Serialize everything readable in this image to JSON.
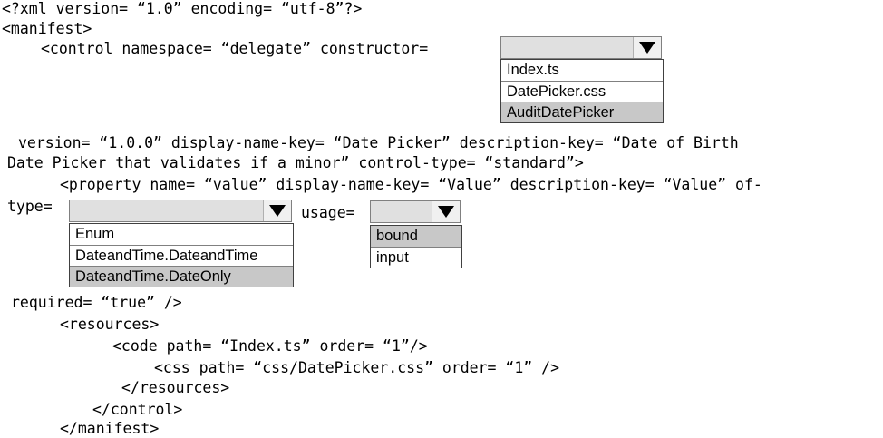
{
  "code": {
    "line1": "<?xml version= “1.0” encoding= “utf-8”?>",
    "line2": "<manifest>",
    "line3": "<control namespace= “delegate” constructor=",
    "line4": "version= “1.0.0” display-name-key= “Date Picker” description-key= “Date of Birth",
    "line5": "Date Picker that validates if a minor” control-type= “standard”>",
    "line6": "<property name= “value” display-name-key= “Value” description-key= “Value” of-",
    "line7_prefix": "type=",
    "line7_usage": "usage=",
    "line8": "required= “true” />",
    "line9": "<resources>",
    "line10": "<code path= “Index.ts” order= “1”/>",
    "line11": "<css path= “css/DatePicker.css” order= “1” />",
    "line12": "</resources>",
    "line13": "</control>",
    "line14": "</manifest>"
  },
  "dropdowns": {
    "constructor": {
      "options": [
        "Index.ts",
        "DatePicker.css",
        "AuditDatePicker"
      ],
      "highlighted": "AuditDatePicker"
    },
    "of_type": {
      "options": [
        "Enum",
        "DateandTime.DateandTime",
        "DateandTime.DateOnly"
      ],
      "highlighted": "DateandTime.DateOnly"
    },
    "usage": {
      "options": [
        "bound",
        "input"
      ],
      "highlighted": "bound"
    }
  },
  "colors": {
    "highlight": "#c8c8c8",
    "header": "#e0e0e0"
  },
  "icons": {
    "dropdown_arrow": "triangle-down-icon"
  }
}
